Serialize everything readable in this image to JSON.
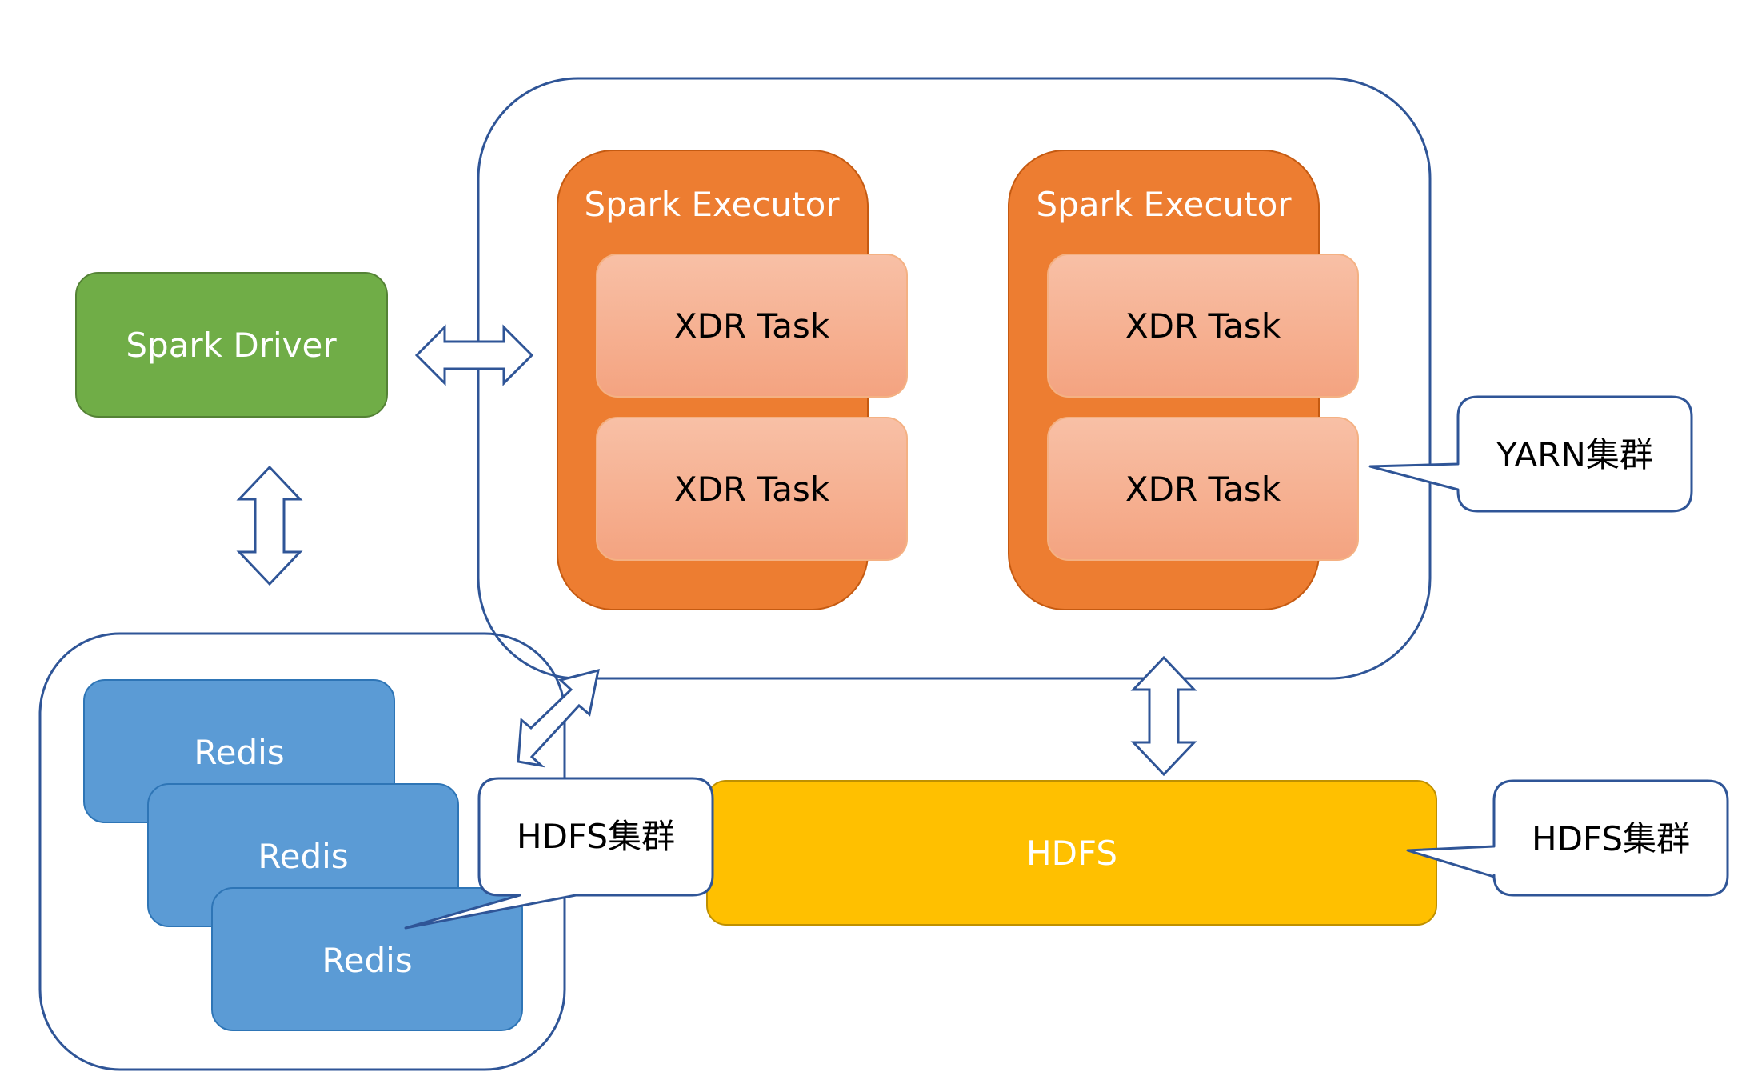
{
  "driver": {
    "label": "Spark Driver"
  },
  "executors": [
    {
      "title": "Spark Executor",
      "tasks": [
        "XDR Task",
        "XDR Task"
      ]
    },
    {
      "title": "Spark Executor",
      "tasks": [
        "XDR Task",
        "XDR Task"
      ]
    }
  ],
  "redis": [
    "Redis",
    "Redis",
    "Redis"
  ],
  "hdfs": {
    "label": "HDFS"
  },
  "callouts": {
    "yarn": "YARN集群",
    "hdfs_right": "HDFS集群",
    "hdfs_left": "HDFS集群"
  },
  "colors": {
    "outline": "#2F5597",
    "driver": "#70AD47",
    "executor": "#ED7D31",
    "task_top": "#F8BFA4",
    "task_bottom": "#F4A582",
    "redis": "#5B9BD5",
    "hdfs": "#FFC000"
  }
}
